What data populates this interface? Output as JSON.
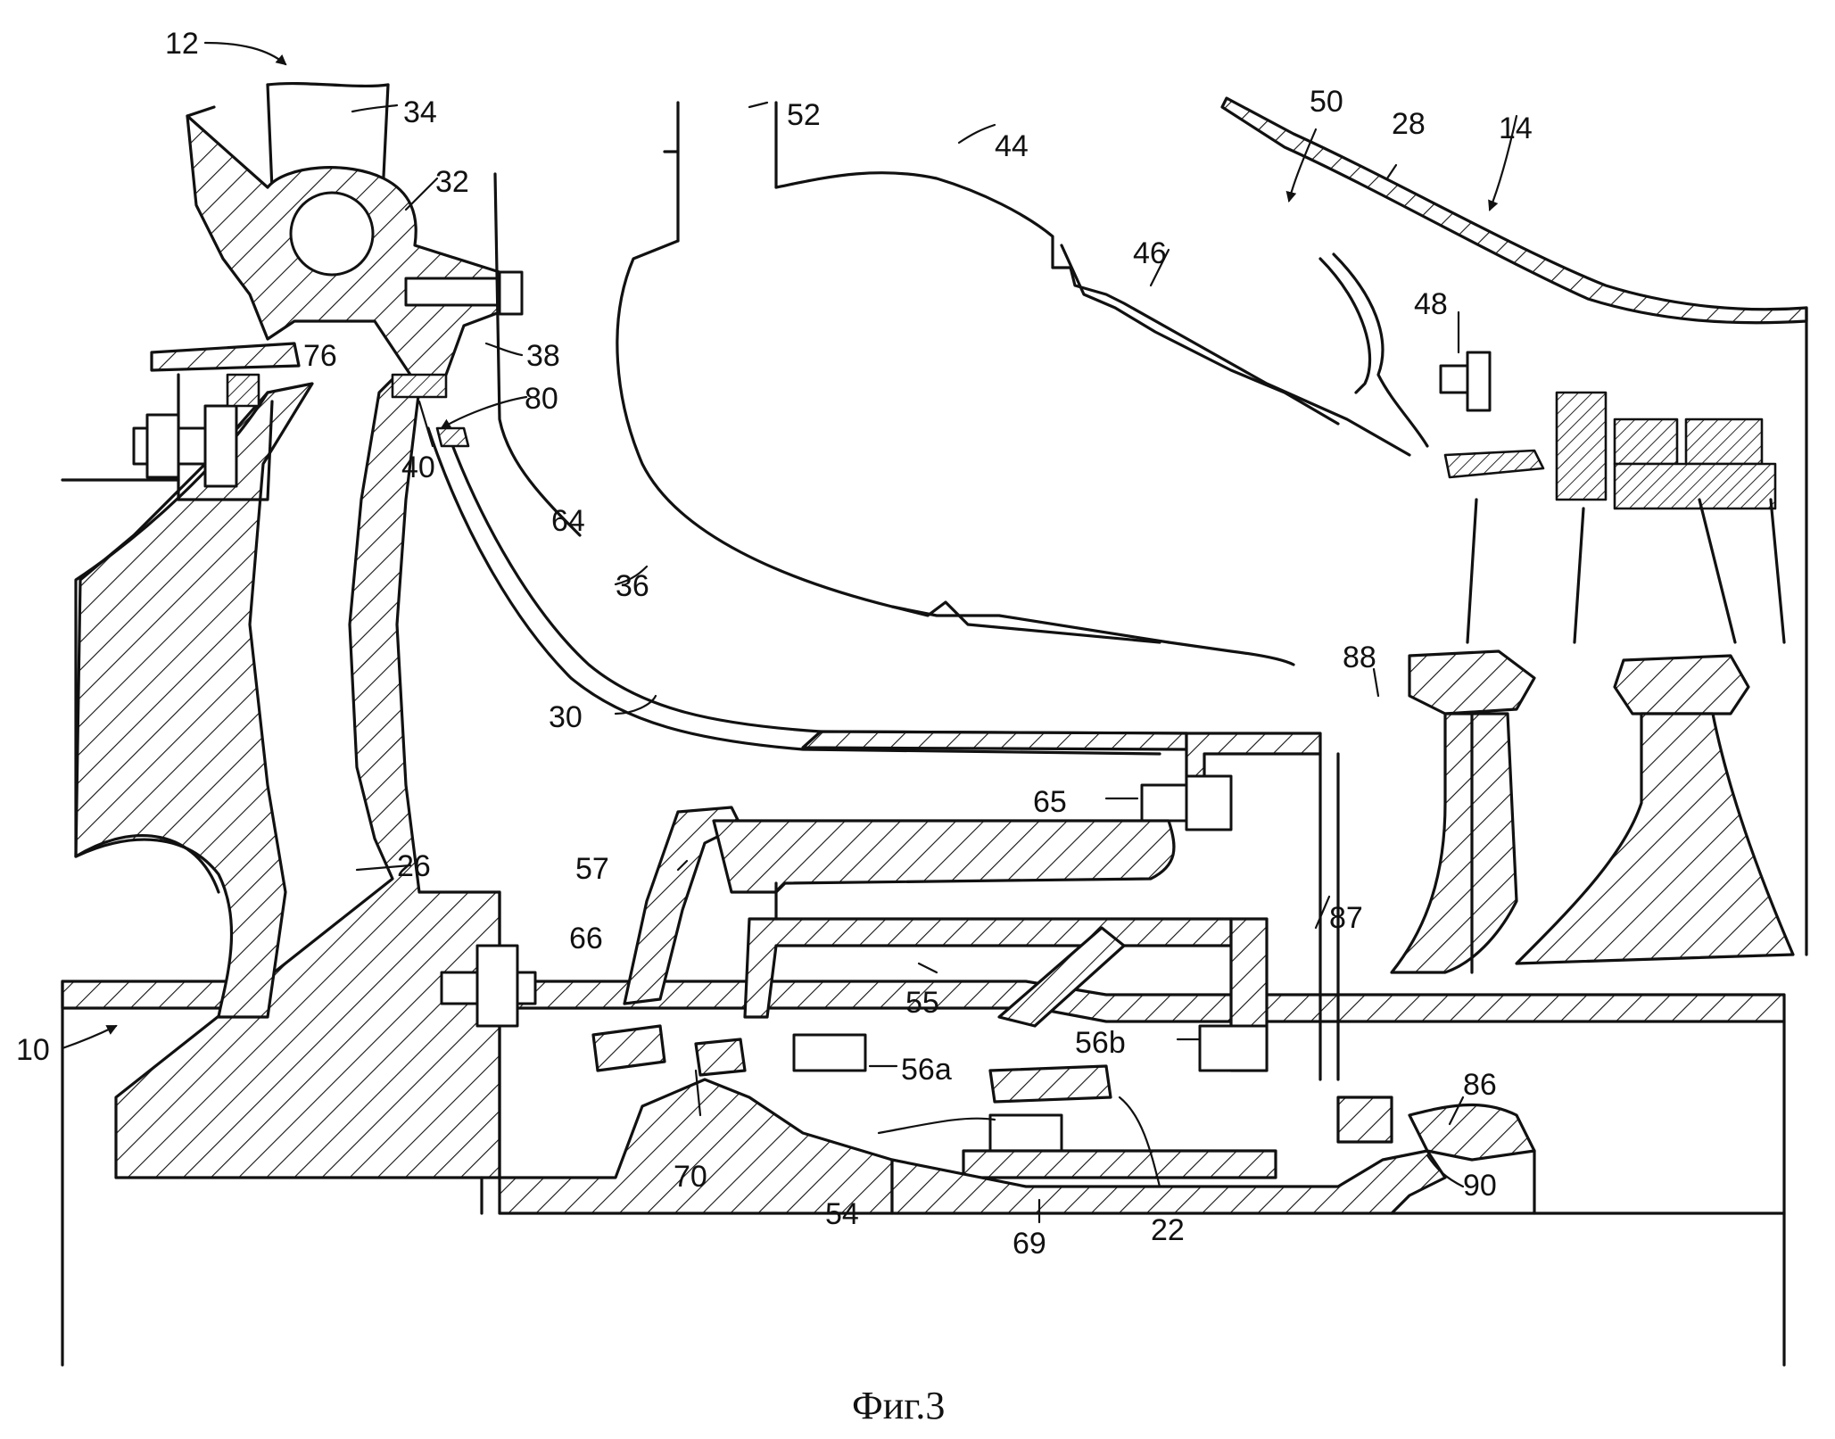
{
  "caption": "Фиг.3",
  "labels": {
    "l12": "12",
    "l34": "34",
    "l32": "32",
    "l38": "38",
    "l76": "76",
    "l80": "80",
    "l40": "40",
    "l64": "64",
    "l36": "36",
    "l30": "30",
    "l52": "52",
    "l44": "44",
    "l46": "46",
    "l50": "50",
    "l28": "28",
    "l14": "14",
    "l48": "48",
    "l88": "88",
    "l65": "65",
    "l57": "57",
    "l26": "26",
    "l66": "66",
    "l55": "55",
    "l87": "87",
    "l56b": "56b",
    "l56a": "56a",
    "l10": "10",
    "l70": "70",
    "l54": "54",
    "l22": "22",
    "l86": "86",
    "l90": "90",
    "l69": "69"
  }
}
